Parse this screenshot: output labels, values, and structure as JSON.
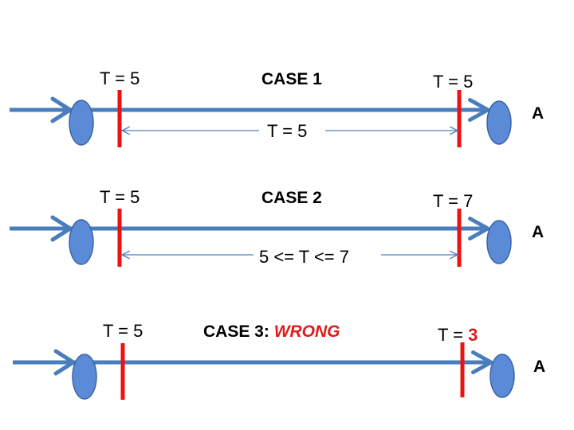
{
  "colors": {
    "timeline": "#4a7ebb",
    "node_fill": "#5b8bd6",
    "node_stroke": "#3b64a8",
    "marker": "#ee1111",
    "span_arrow": "#4f81bd",
    "wrong": "#e01b1b"
  },
  "cases": [
    {
      "left_t": "T = 5",
      "title": "CASE 1",
      "right_t": "T = 5",
      "node_label": "A",
      "span_label": "T = 5"
    },
    {
      "left_t": "T = 5",
      "title": "CASE 2",
      "right_t": "T = 7",
      "node_label": "A",
      "span_label": "5 <= T <= 7"
    },
    {
      "left_t": "T = 5",
      "title": "CASE 3: ",
      "title_emphasis": "WRONG",
      "right_t_prefix": "T = ",
      "right_t_value": "3",
      "node_label": "A"
    }
  ]
}
